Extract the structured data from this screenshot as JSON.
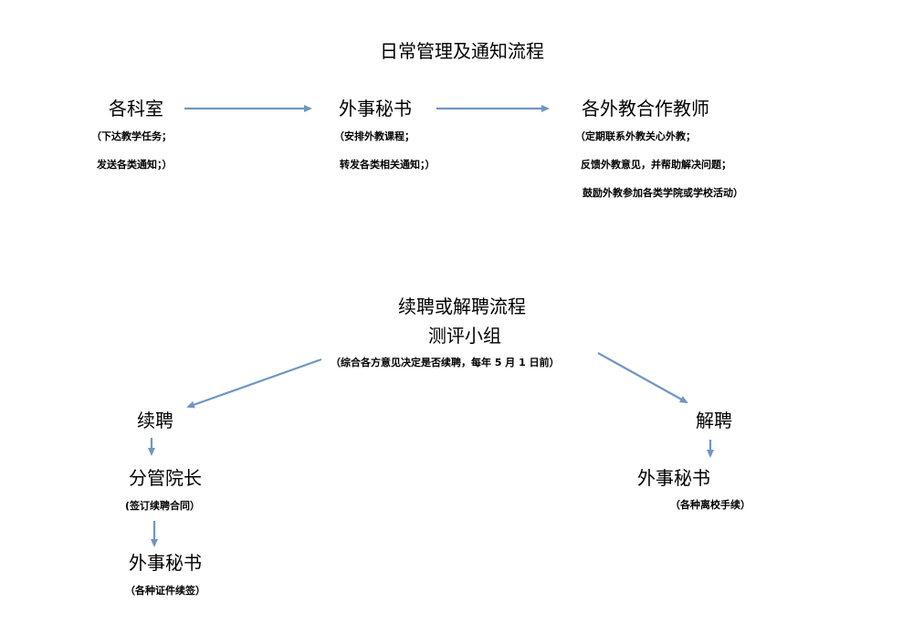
{
  "section1": {
    "title": "日常管理及通知流程",
    "nodes": {
      "departments": "各科室",
      "secretary": "外事秘书",
      "foreign_teachers": "各外教合作教师"
    },
    "notes": {
      "departments": [
        "（下达教学任务；",
        "发送各类通知；）"
      ],
      "secretary": [
        "（安排外教课程；",
        "转发各类相关通知；）"
      ],
      "foreign_teachers": [
        "（定期联系外教关心外教；",
        "反馈外教意见，并帮助解决问题；",
        "鼓励外教参加各类学院或学校活动）"
      ]
    }
  },
  "section2": {
    "title": "续聘或解聘流程",
    "eval_group": "测评小组",
    "eval_note": "（综合各方意见决定是否续聘，每年 5 月 1 日前）",
    "renew": {
      "label": "续聘",
      "step1": "分管院长",
      "step1_note": "(签订续聘合同）",
      "step2": "外事秘书",
      "step2_note": "（各种证件续签）"
    },
    "dismiss": {
      "label": "解聘",
      "step1": "外事秘书",
      "step1_note": "（各种离校手续）"
    }
  },
  "colors": {
    "arrow": "#6f96c2",
    "text": "#000000"
  }
}
